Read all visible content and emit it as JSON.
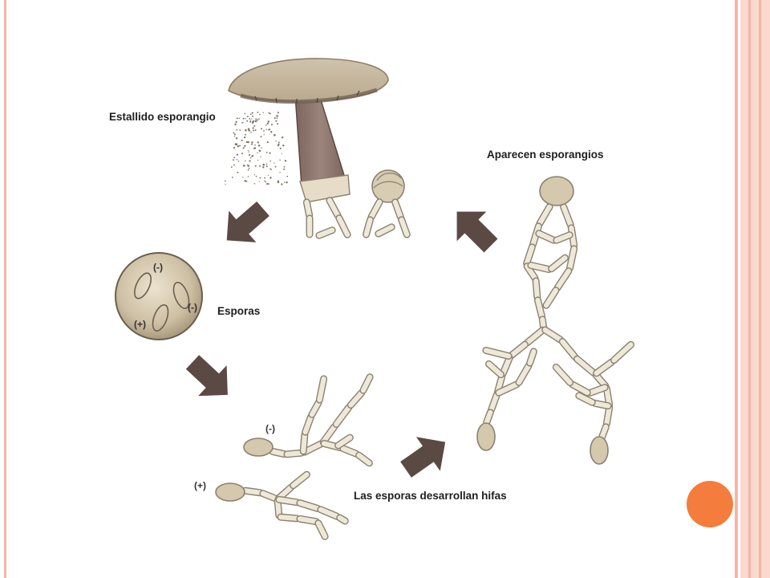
{
  "labels": {
    "burst": "Estallido esporangio",
    "appear": "Aparecen esporangios",
    "spores": "Esporas",
    "hyphae": "Las esporas desarrollan hifas"
  },
  "signs": {
    "sphere_minus_1": "(-)",
    "sphere_minus_2": "(-)",
    "sphere_plus": "(+)",
    "hypha_minus": "(-)",
    "hypha_plus": "(+)"
  },
  "colors": {
    "page": "#ffffff",
    "frame_pink": "#f4b6a6",
    "frame_light": "#fbd9cf",
    "accent_dot": "#f47c3c",
    "arrow_brown": "#5b4a44",
    "cap": "#c6b79e",
    "stalk": "#8e7870",
    "hypha_fill": "#eee8d8",
    "hypha_stroke": "#8a8170",
    "spore_fill": "#d4c8ad",
    "sphere_fill": "#bfb095"
  },
  "icons": {
    "arrows": "block-arrow",
    "mushroom": "mushroom-illustration",
    "sphere": "spore-sphere"
  }
}
